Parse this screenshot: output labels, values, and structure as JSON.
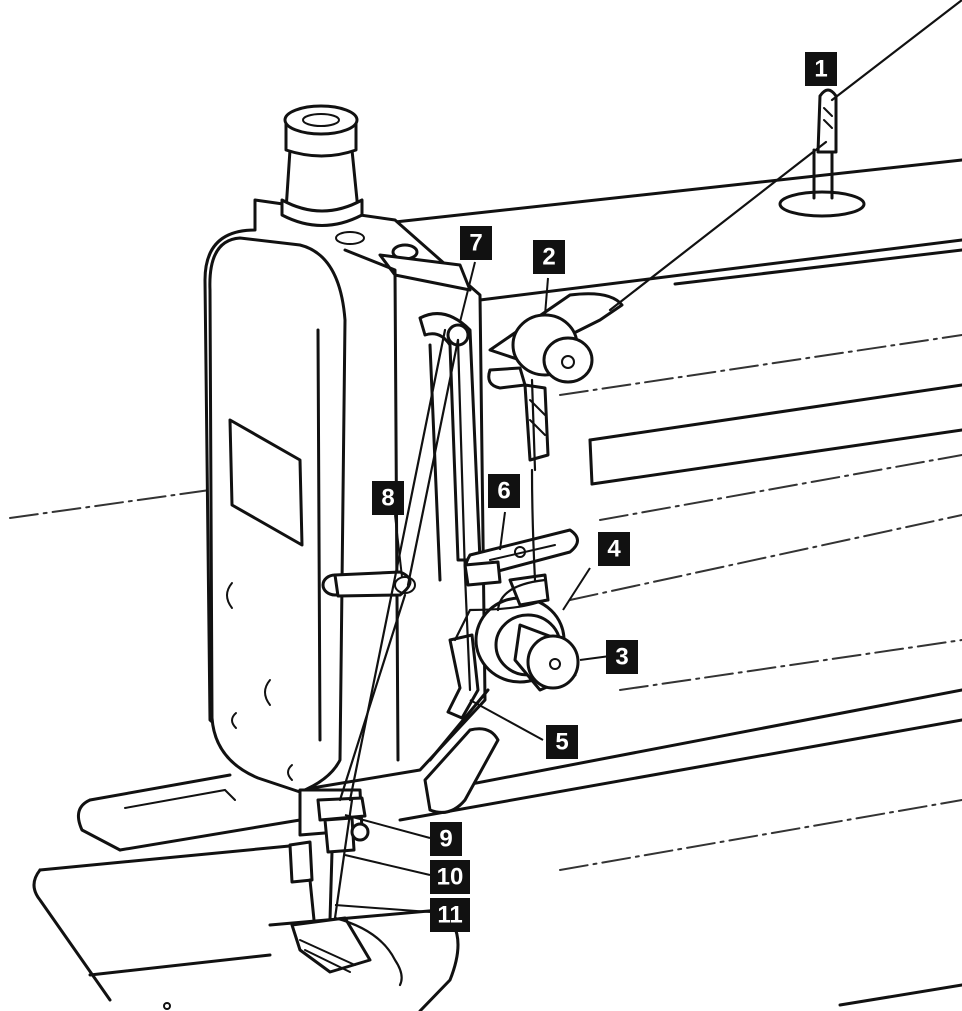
{
  "labels": [
    {
      "id": "1",
      "text": "1"
    },
    {
      "id": "2",
      "text": "2"
    },
    {
      "id": "3",
      "text": "3"
    },
    {
      "id": "4",
      "text": "4"
    },
    {
      "id": "5",
      "text": "5"
    },
    {
      "id": "6",
      "text": "6"
    },
    {
      "id": "7",
      "text": "7"
    },
    {
      "id": "8",
      "text": "8"
    },
    {
      "id": "9",
      "text": "9"
    },
    {
      "id": "10",
      "text": "10"
    },
    {
      "id": "11",
      "text": "11"
    }
  ],
  "colors": {
    "line": "#111111",
    "label_background": "#111111",
    "label_text": "#ffffff",
    "background": "#ffffff"
  }
}
